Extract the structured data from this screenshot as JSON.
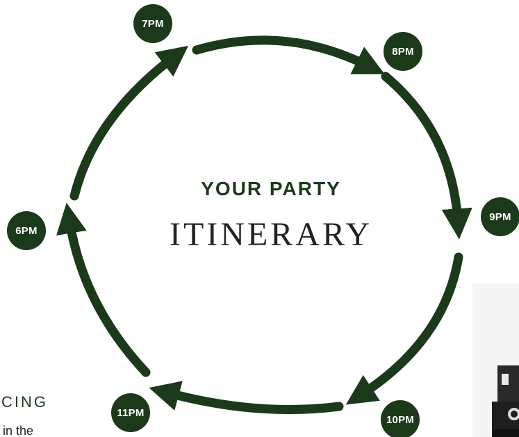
{
  "theme": {
    "accent": "#1b3a1a",
    "text": "#222222",
    "background": "#ffffff"
  },
  "title": {
    "line1": "YOUR PARTY",
    "line2": "ITINERARY"
  },
  "times": [
    {
      "id": "6pm",
      "label": "6PM"
    },
    {
      "id": "7pm",
      "label": "7PM"
    },
    {
      "id": "8pm",
      "label": "8PM"
    },
    {
      "id": "9pm",
      "label": "9PM"
    },
    {
      "id": "10pm",
      "label": "10PM"
    },
    {
      "id": "11pm",
      "label": "11PM"
    }
  ],
  "side_section": {
    "heading": "CING",
    "text": "in the"
  },
  "icons": {
    "arrow": "arrow-icon",
    "photo": "photo-booth-image"
  }
}
